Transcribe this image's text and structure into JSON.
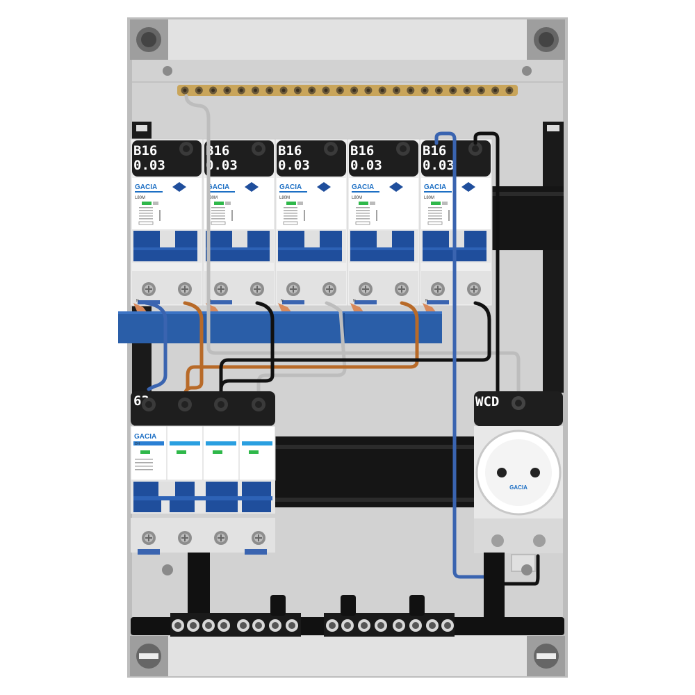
{
  "brand": "GACIA",
  "colors": {
    "blue_rail": "#2a5ea8",
    "breaker_blue": "#1f4e9c",
    "copper": "#b86a28",
    "busbar_brass": "#c9a55a",
    "neutral_wire": "#3a64b0",
    "bg_panel": "#cfcfcf"
  },
  "rcbo_modules": [
    {
      "rating": "B16",
      "trip": "0.03",
      "model": "L80M"
    },
    {
      "rating": "B16",
      "trip": "0.03",
      "model": "L80M"
    },
    {
      "rating": "B16",
      "trip": "0.03",
      "model": "L80M"
    },
    {
      "rating": "B16",
      "trip": "0.03",
      "model": "L80M"
    },
    {
      "rating": "B16",
      "trip": "0.03",
      "model": "L80M"
    }
  ],
  "main_switch": {
    "rating": "63",
    "model": "DH"
  },
  "socket": {
    "label": "WCD",
    "brand": "GACIA"
  },
  "neutral_marker": "N"
}
